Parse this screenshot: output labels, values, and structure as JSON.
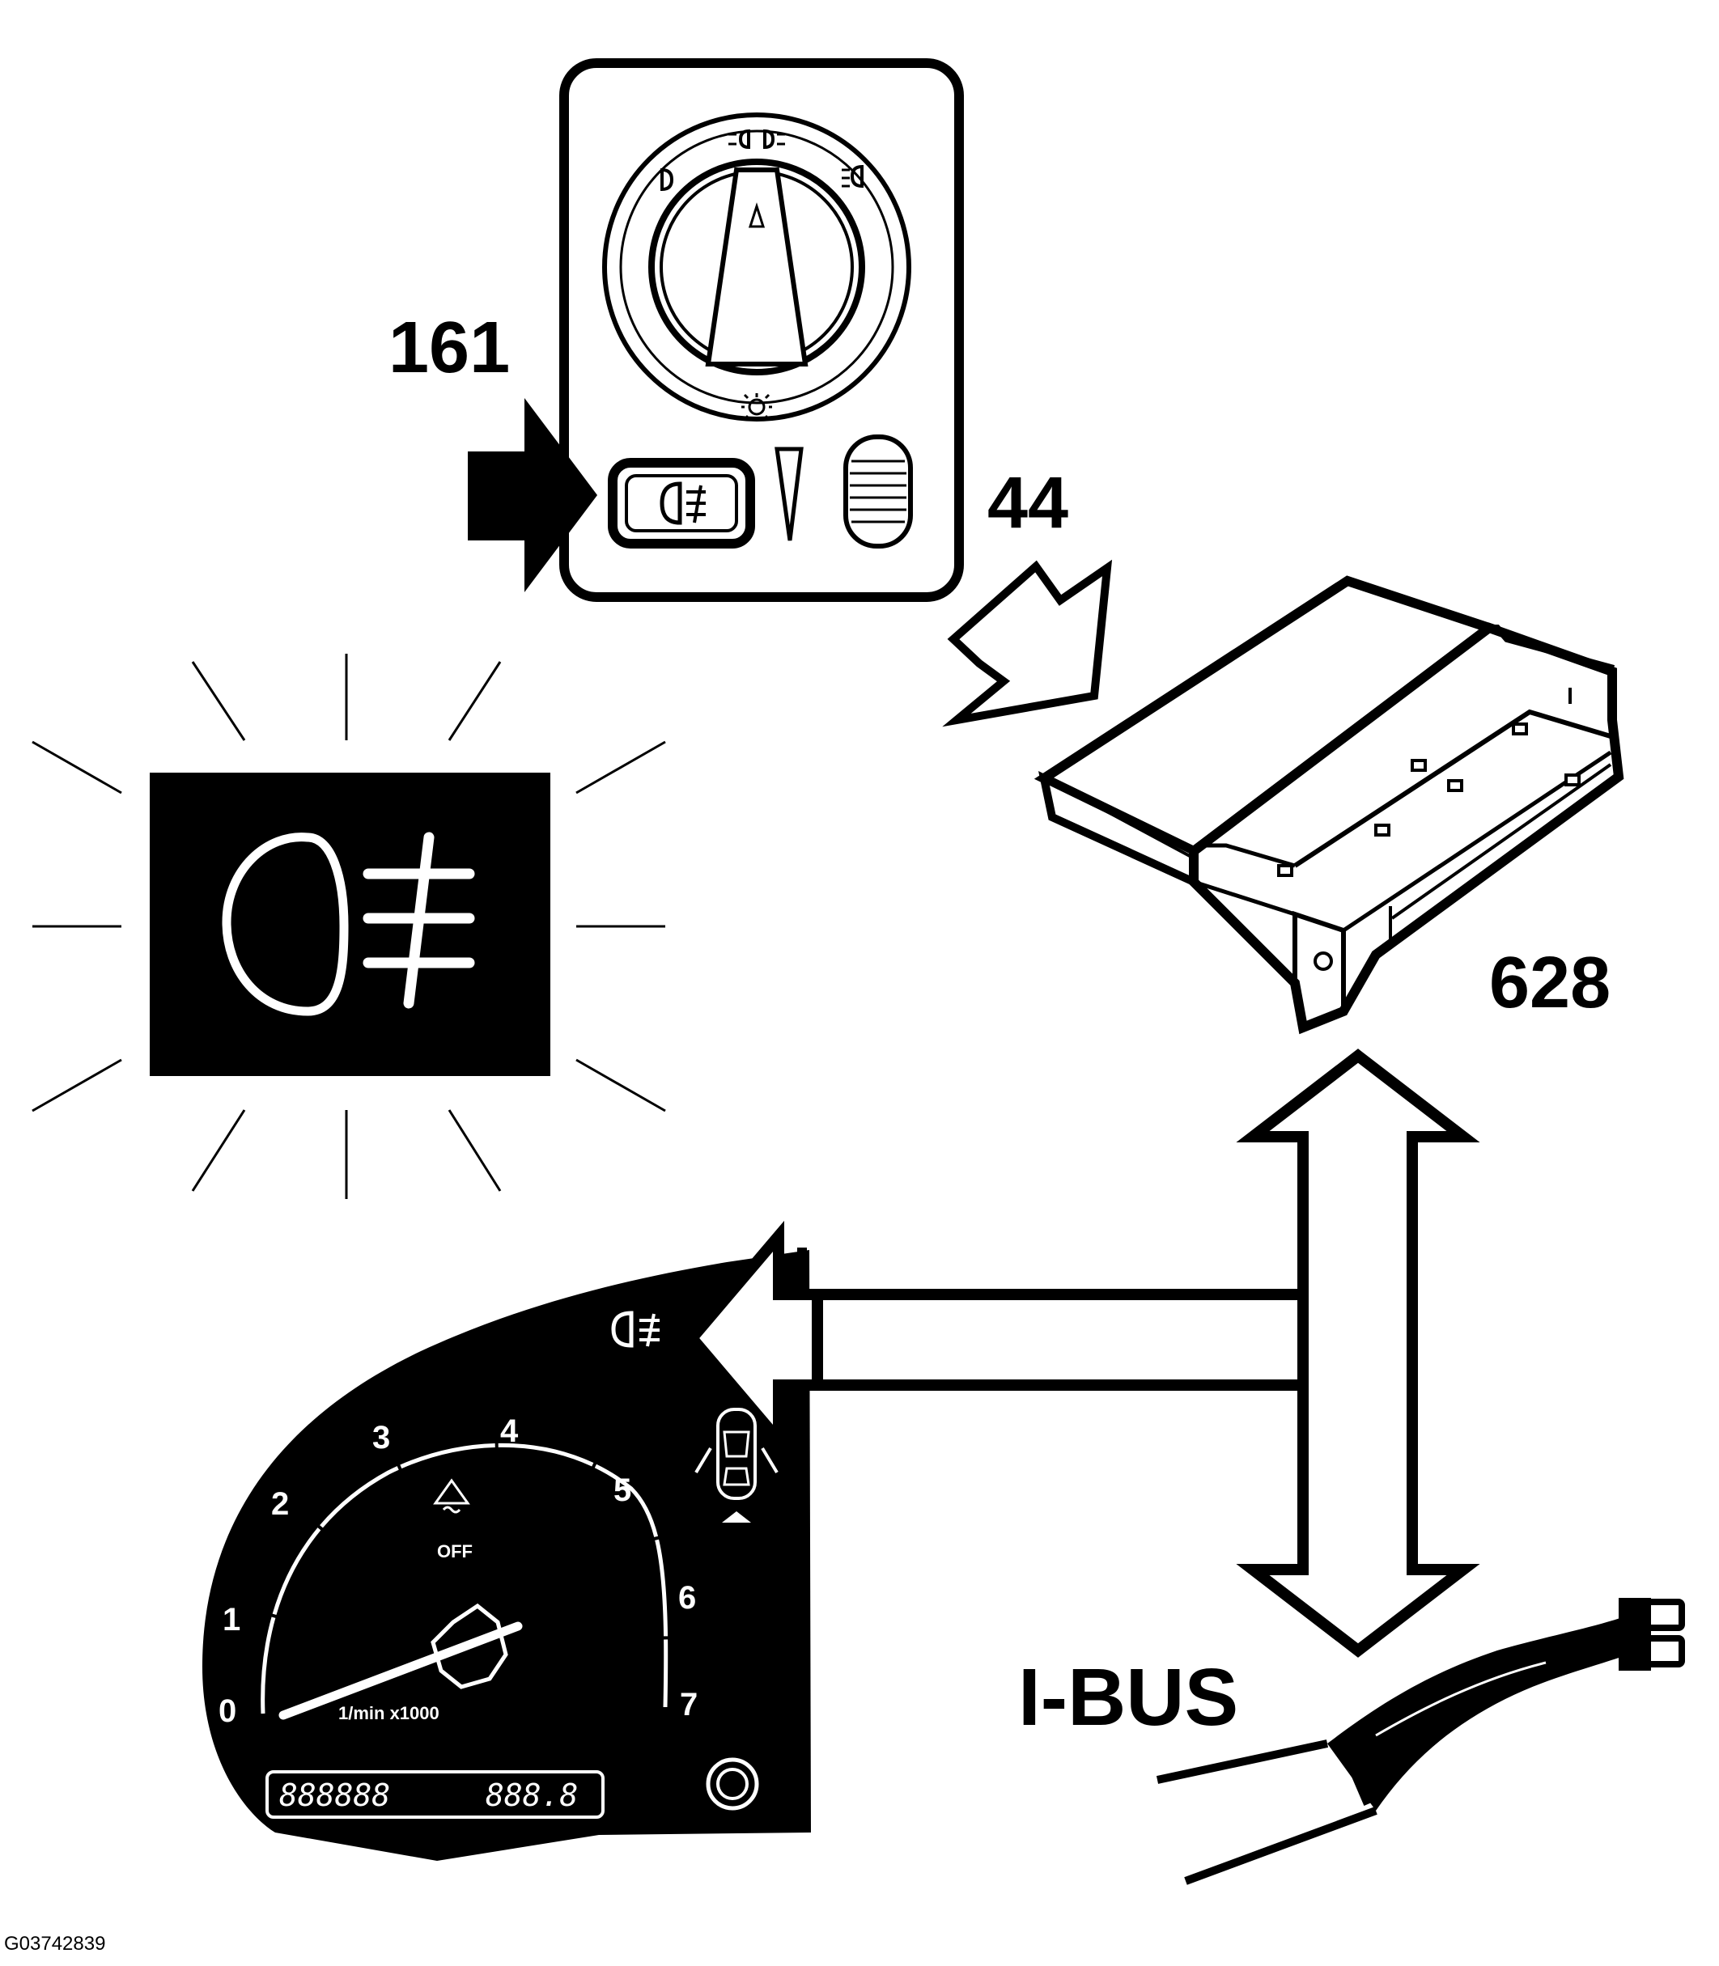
{
  "labels": {
    "switch_id": "161",
    "signal_id": "44",
    "module_id": "628",
    "bus_name": "I-BUS",
    "figure_code": "G03742839"
  },
  "cluster": {
    "tach_ticks": [
      "0",
      "1",
      "2",
      "3",
      "4",
      "5",
      "6",
      "7"
    ],
    "tach_unit": "1/min x1000",
    "traction_off": "OFF",
    "odometer": "888888",
    "trip": "888.8"
  },
  "icons": {
    "fog_lamp_indicator": "rear-fog-lamp-icon",
    "light_switch": "headlight-rotary-switch-icon",
    "fog_button": "rear-fog-button-icon",
    "control_module": "light-control-module-icon",
    "bus_cable": "bus-connector-cable-icon"
  },
  "colors": {
    "ink": "#000000",
    "paper": "#ffffff"
  }
}
